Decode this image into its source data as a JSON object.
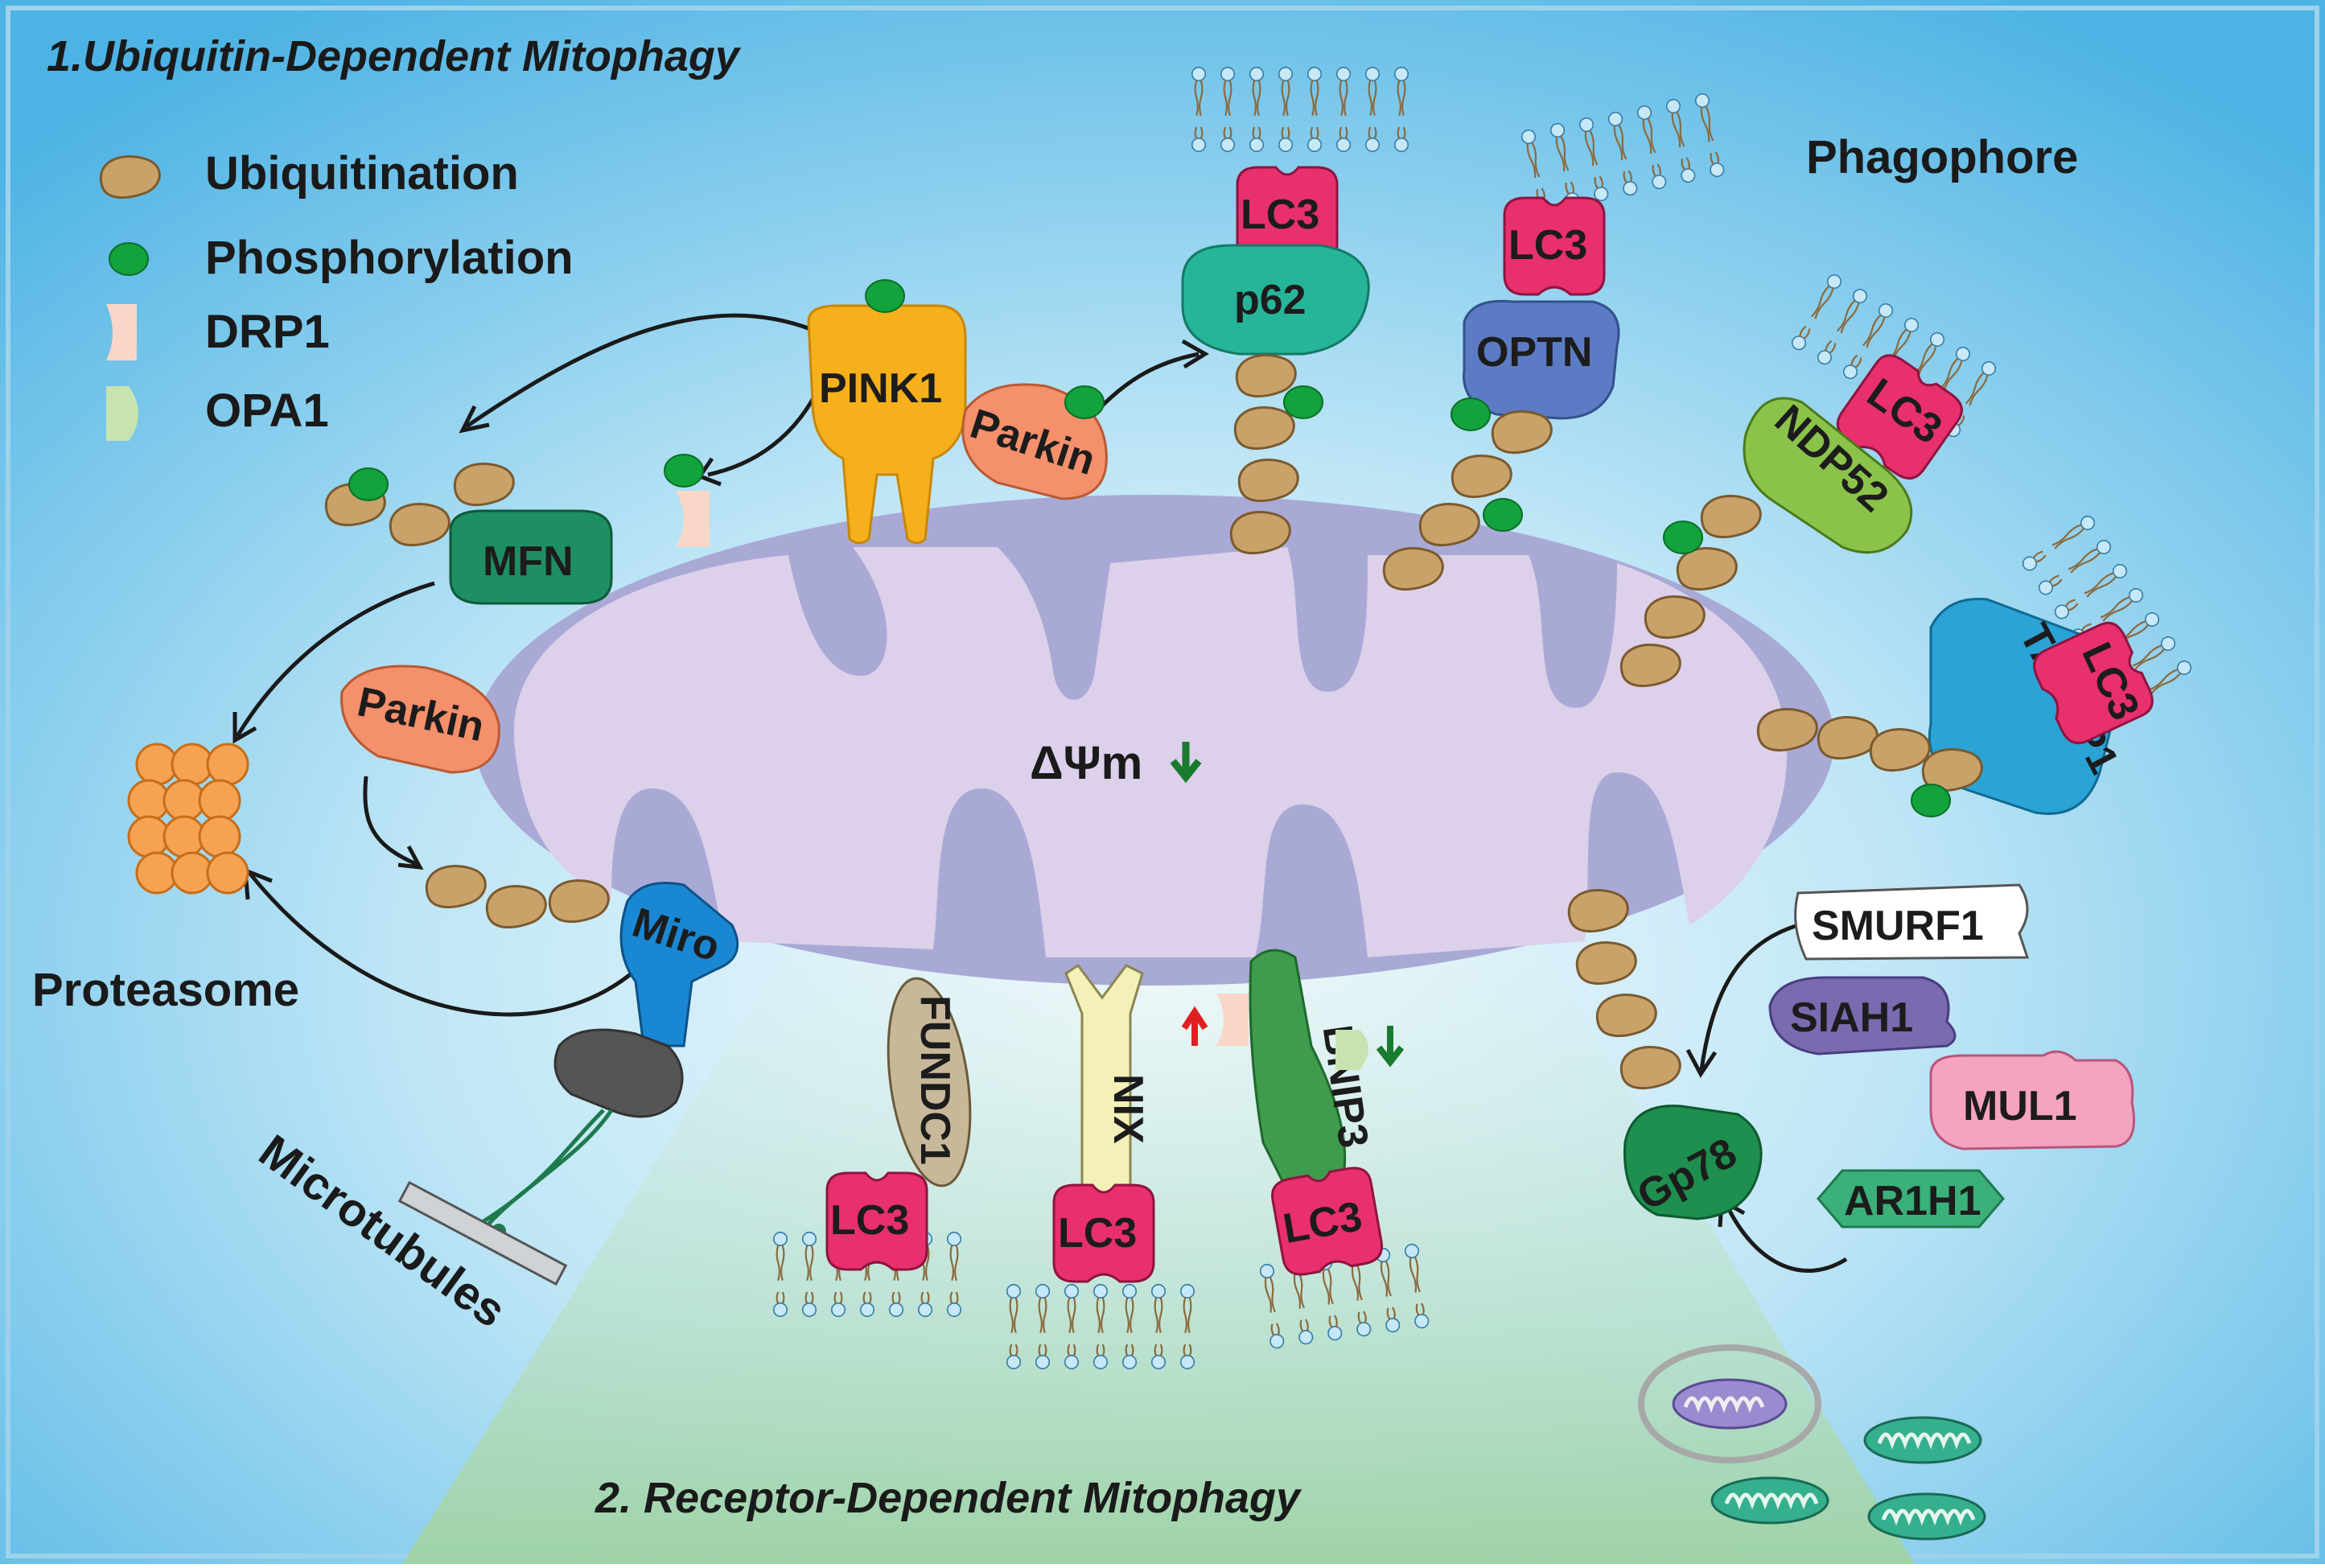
{
  "title_top": "1.Ubiquitin-Dependent Mitophagy",
  "title_bottom": "2. Receptor-Dependent Mitophagy",
  "legend": [
    {
      "label": "Ubiquitination",
      "icon": "ubiquitin-icon",
      "color": "#c9a26a"
    },
    {
      "label": "Phosphorylation",
      "icon": "phosphate-icon",
      "color": "#12a33c"
    },
    {
      "label": "DRP1",
      "icon": "drp1-icon",
      "color": "#f9d7c8"
    },
    {
      "label": "OPA1",
      "icon": "opa1-icon",
      "color": "#c7e4b0"
    }
  ],
  "labels": {
    "phagophore": "Phagophore",
    "proteasome": "Proteasome",
    "microtubules": "Microtubules",
    "membrane_potential": "ΔΨm"
  },
  "proteins": {
    "pink1": "PINK1",
    "parkin_top": "Parkin",
    "parkin_left": "Parkin",
    "mfn": "MFN",
    "miro": "Miro",
    "p62": "p62",
    "optn": "OPTN",
    "ndp52": "NDP52",
    "taxbp1": "TAXBP1",
    "fundc1": "FUNDC1",
    "nix": "NIX",
    "bnip3": "BNIP3",
    "smurf1": "SMURF1",
    "siah1": "SIAH1",
    "mul1": "MUL1",
    "ar1h1": "AR1H1",
    "gp78": "Gp78"
  },
  "lc3_label": "LC3",
  "colors": {
    "background_outer": "#4fb6e6",
    "background_inner": "#e8f6fc",
    "receptor_zone": "#a5d6a7",
    "mito_outer": "#a9a9d6",
    "mito_inner": "#dcd0ea",
    "ubiquitin": "#c9a26a",
    "phosphate": "#12a33c",
    "lc3": "#e8306d",
    "pink1": "#f6b01c",
    "parkin": "#f4906b",
    "mfn": "#1e8f62",
    "miro": "#1a87d2",
    "p62": "#27b59a",
    "optn": "#5b7bc4",
    "ndp52": "#8bc34a",
    "taxbp1": "#2aa3d6",
    "fundc1": "#c8b89a",
    "nix": "#f3f0b8",
    "bnip3": "#3f9b4d",
    "siah1": "#7a6bb0",
    "mul1": "#f4a3c0",
    "ar1h1": "#3cb07a",
    "gp78": "#1e8f4e",
    "proteasome": "#f5a352"
  }
}
